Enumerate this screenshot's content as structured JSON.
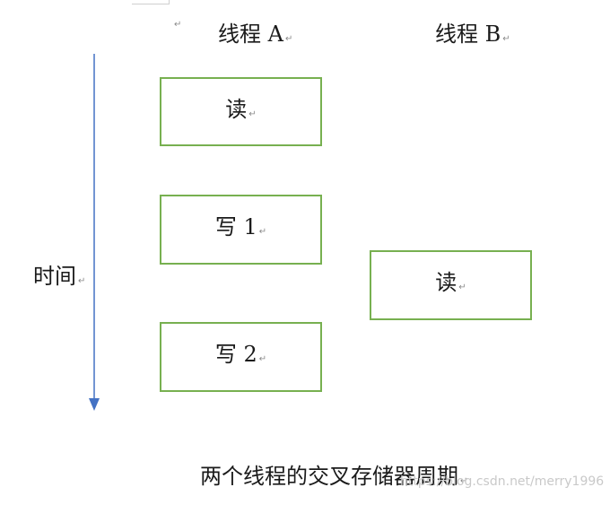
{
  "diagram": {
    "column_a_label": "线程 A",
    "column_b_label": "线程 B",
    "time_label": "时间",
    "thread_a_steps": [
      {
        "label": "读"
      },
      {
        "label": "写 1"
      },
      {
        "label": "写 2"
      }
    ],
    "thread_b_steps": [
      {
        "label": "读"
      }
    ],
    "caption": "两个线程的交叉存储器周期",
    "watermark": "https://blog.csdn.net/merry1996",
    "paragraph_mark": "↵",
    "colors": {
      "box_border": "#77b050",
      "time_arrow": "#4472c4",
      "text": "#1a1a1a"
    }
  }
}
